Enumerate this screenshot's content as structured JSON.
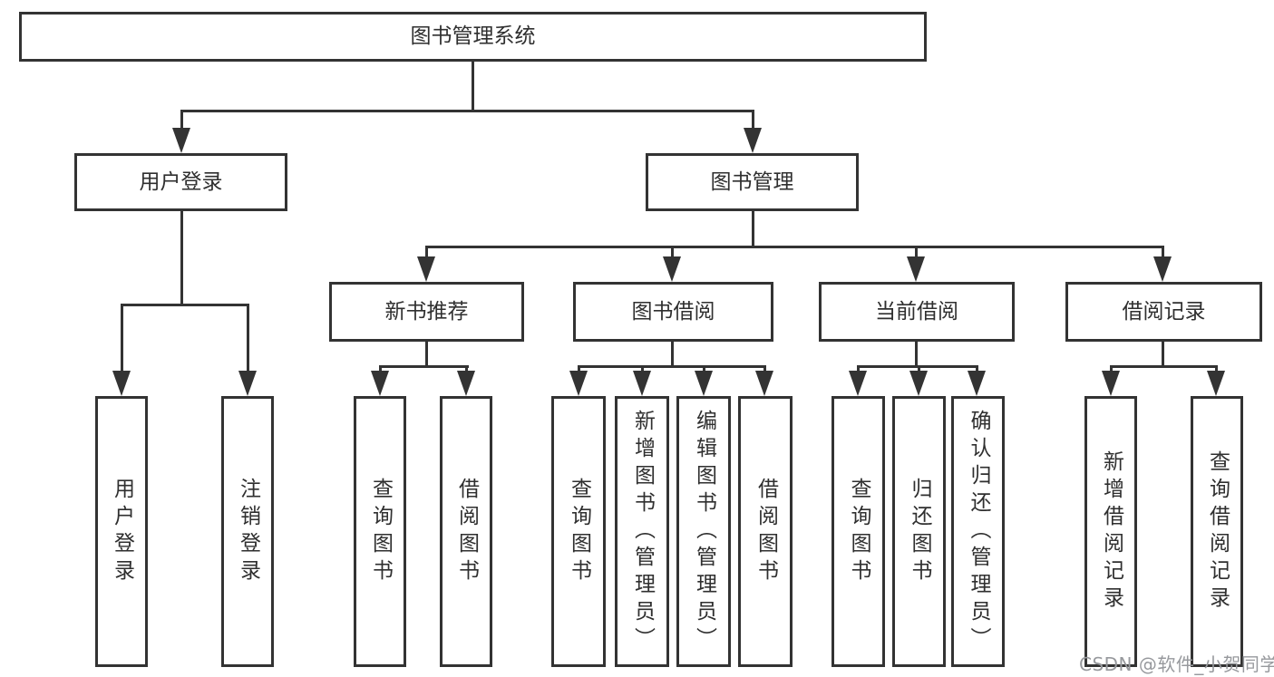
{
  "colors": {
    "line": "#333333",
    "node_text": "#2f2f2f",
    "watermark": "#97999d",
    "canvas_bg": "#ffffff"
  },
  "watermark": {
    "text": "CSDN @软件_小贺同学"
  },
  "tree": {
    "root": {
      "label": "图书管理系统",
      "children": [
        {
          "label": "用户登录",
          "children": [
            {
              "label": "用户登录"
            },
            {
              "label": "注销登录"
            }
          ]
        },
        {
          "label": "图书管理",
          "children": [
            {
              "label": "新书推荐",
              "children": [
                {
                  "label": "查询图书"
                },
                {
                  "label": "借阅图书"
                }
              ]
            },
            {
              "label": "图书借阅",
              "children": [
                {
                  "label": "查询图书"
                },
                {
                  "label": "新增图书（管理员）"
                },
                {
                  "label": "编辑图书（管理员）"
                },
                {
                  "label": "借阅图书"
                }
              ]
            },
            {
              "label": "当前借阅",
              "children": [
                {
                  "label": "查询图书"
                },
                {
                  "label": "归还图书"
                },
                {
                  "label": "确认归还（管理员）"
                }
              ]
            },
            {
              "label": "借阅记录",
              "children": [
                {
                  "label": "新增借阅记录"
                },
                {
                  "label": "查询借阅记录"
                }
              ]
            }
          ]
        }
      ]
    }
  }
}
